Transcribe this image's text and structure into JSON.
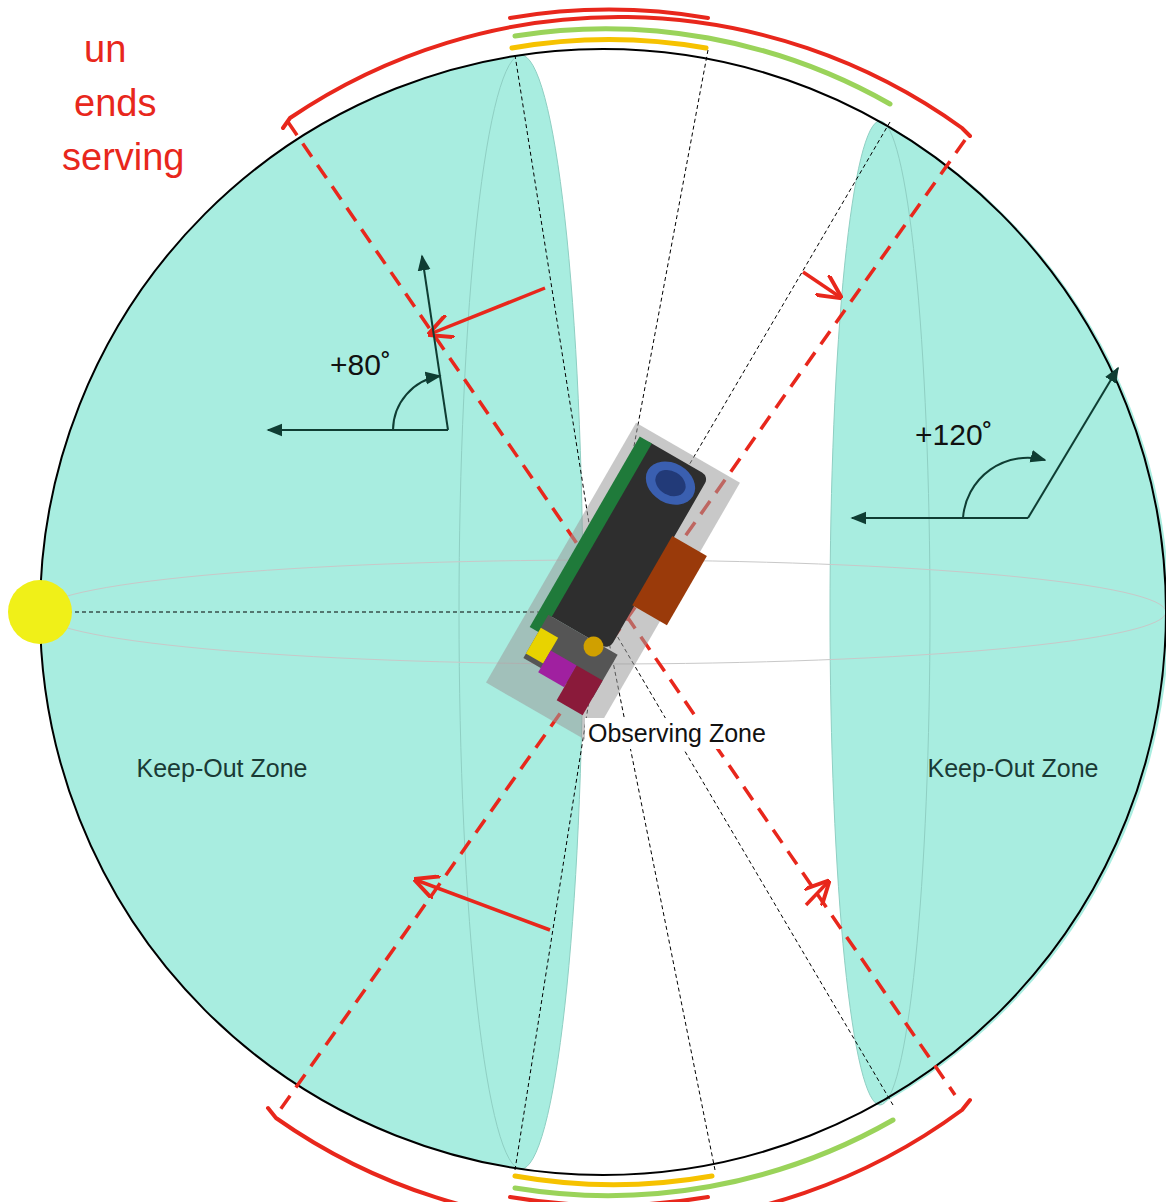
{
  "diagram": {
    "nodes": [
      {
        "text": [
          "Keep-Out Zone"
        ]
      },
      {
        "text": [
          "Keep-Out Zone"
        ]
      }
    ],
    "labels": [
      "un",
      "ends",
      "serving",
      "+80˚",
      "+120˚",
      "Observing Zone"
    ]
  }
}
